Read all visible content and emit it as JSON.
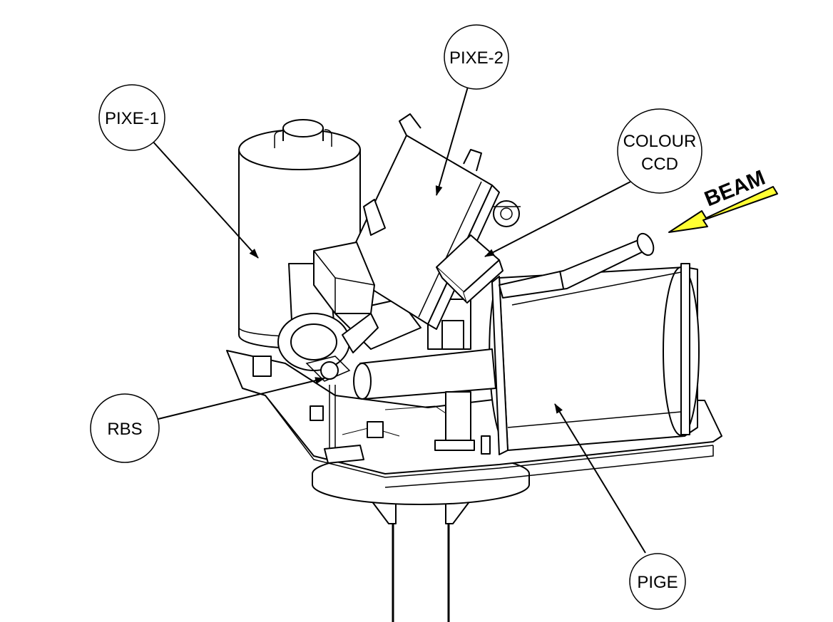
{
  "callouts": {
    "pixe1": "PIXE-1",
    "pixe2": "PIXE-2",
    "ccd_line1": "COLOUR",
    "ccd_line2": "CCD",
    "rbs": "RBS",
    "pige": "PIGE"
  },
  "beam": {
    "label": "BEAM",
    "arrow_color": "#ffff33"
  }
}
